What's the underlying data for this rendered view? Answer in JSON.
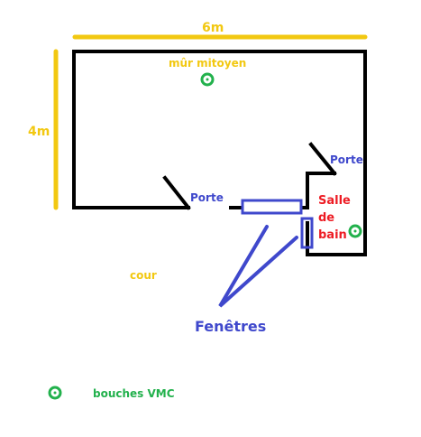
{
  "colors": {
    "background": "#ffffff",
    "wall": "#000000",
    "dimension": "#f2c811",
    "window": "#3f48cc",
    "vent": "#22b14c",
    "bathroom_label": "#ed1c24"
  },
  "dimensions": {
    "width_label": "6m",
    "height_label": "4m"
  },
  "labels": {
    "party_wall": "mûr mitoyen",
    "door_main": "Porte",
    "door_bathroom": "Porte",
    "bathroom_line1": "Salle",
    "bathroom_line2": "de",
    "bathroom_line3": "bain",
    "courtyard": "cour",
    "windows": "Fenêtres"
  },
  "legend": {
    "vent_label": "bouches VMC",
    "vent_icon": "vmc-vent-icon"
  }
}
